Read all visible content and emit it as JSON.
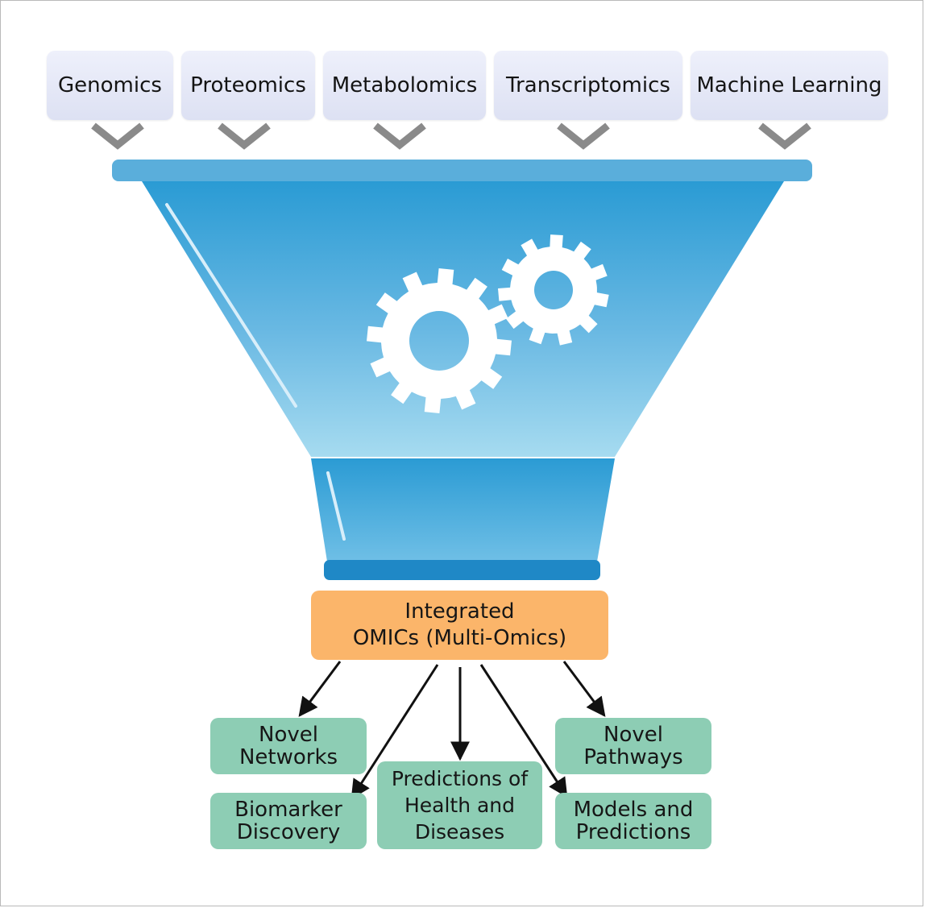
{
  "inputs": [
    {
      "label": "Genomics"
    },
    {
      "label": "Proteomics"
    },
    {
      "label": "Metabolomics"
    },
    {
      "label": "Transcriptomics"
    },
    {
      "label": "Machine Learning"
    }
  ],
  "center": {
    "line1": "Integrated",
    "line2": "OMICs (Multi-Omics)"
  },
  "outputs": {
    "novel_networks": "Novel\nNetworks",
    "biomarker_discovery": "Biomarker\nDiscovery",
    "predictions_health": "Predictions of\nHealth and\nDiseases",
    "novel_pathways": "Novel\nPathways",
    "models_predictions": "Models and\nPredictions"
  },
  "colors": {
    "input_box": "#e3e6f7",
    "funnel_top": "#2e9fd6",
    "funnel_bottom": "#9ed7ee",
    "center_box": "#fbb56a",
    "output_box": "#8dcdb4",
    "chevron": "#8a8a8a",
    "gear": "#ffffff"
  }
}
